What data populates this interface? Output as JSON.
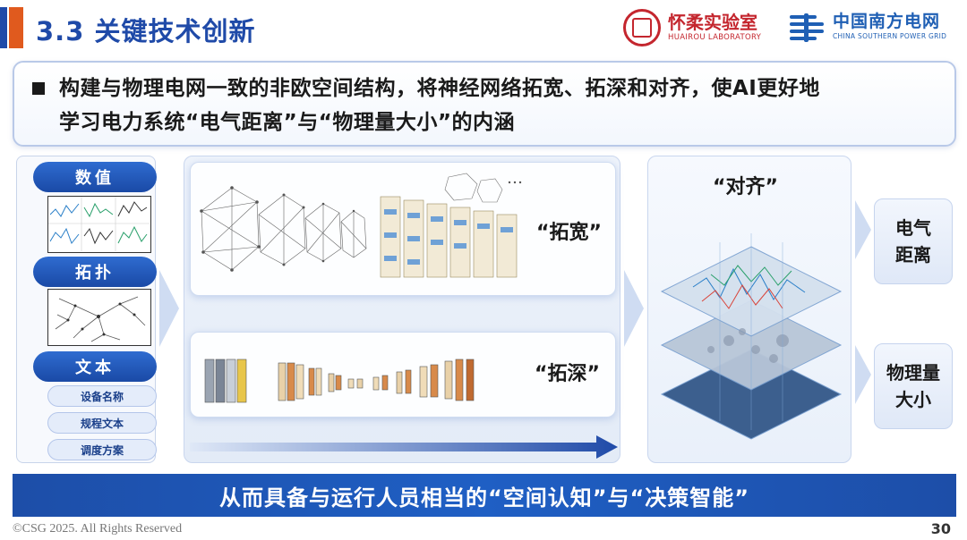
{
  "header": {
    "section_title": "3.3 关键技术创新",
    "logo_huairou_zh": "怀柔实验室",
    "logo_huairou_en": "HUAIROU LABORATORY",
    "logo_csg_zh": "中国南方电网",
    "logo_csg_en": "CHINA SOUTHERN POWER GRID"
  },
  "bullet": {
    "line1": "构建与物理电网一致的非欧空间结构，将神经网络拓宽、拓深和对齐，使AI更好地",
    "line2": "学习电力系统“电气距离”与“物理量大小”的内涵"
  },
  "inputs": {
    "numeric": "数值",
    "topology": "拓扑",
    "text": "文本",
    "text_items": [
      "设备名称",
      "规程文本",
      "调度方案"
    ]
  },
  "process": {
    "widen": "“拓宽”",
    "deepen": "“拓深”",
    "align": "“对齐”"
  },
  "outputs": {
    "electrical_distance": [
      "电气",
      "距离"
    ],
    "physical_quantity": [
      "物理量",
      "大小"
    ]
  },
  "banner": "从而具备与运行人员相当的“空间认知”与“决策智能”",
  "footer": {
    "copyright": "©CSG 2025. All Rights Reserved",
    "page": "30"
  },
  "colors": {
    "primary_blue": "#1f4aa8",
    "accent_orange": "#e05a1e",
    "huairou_red": "#c4262e",
    "csg_blue": "#1f5fb4"
  }
}
